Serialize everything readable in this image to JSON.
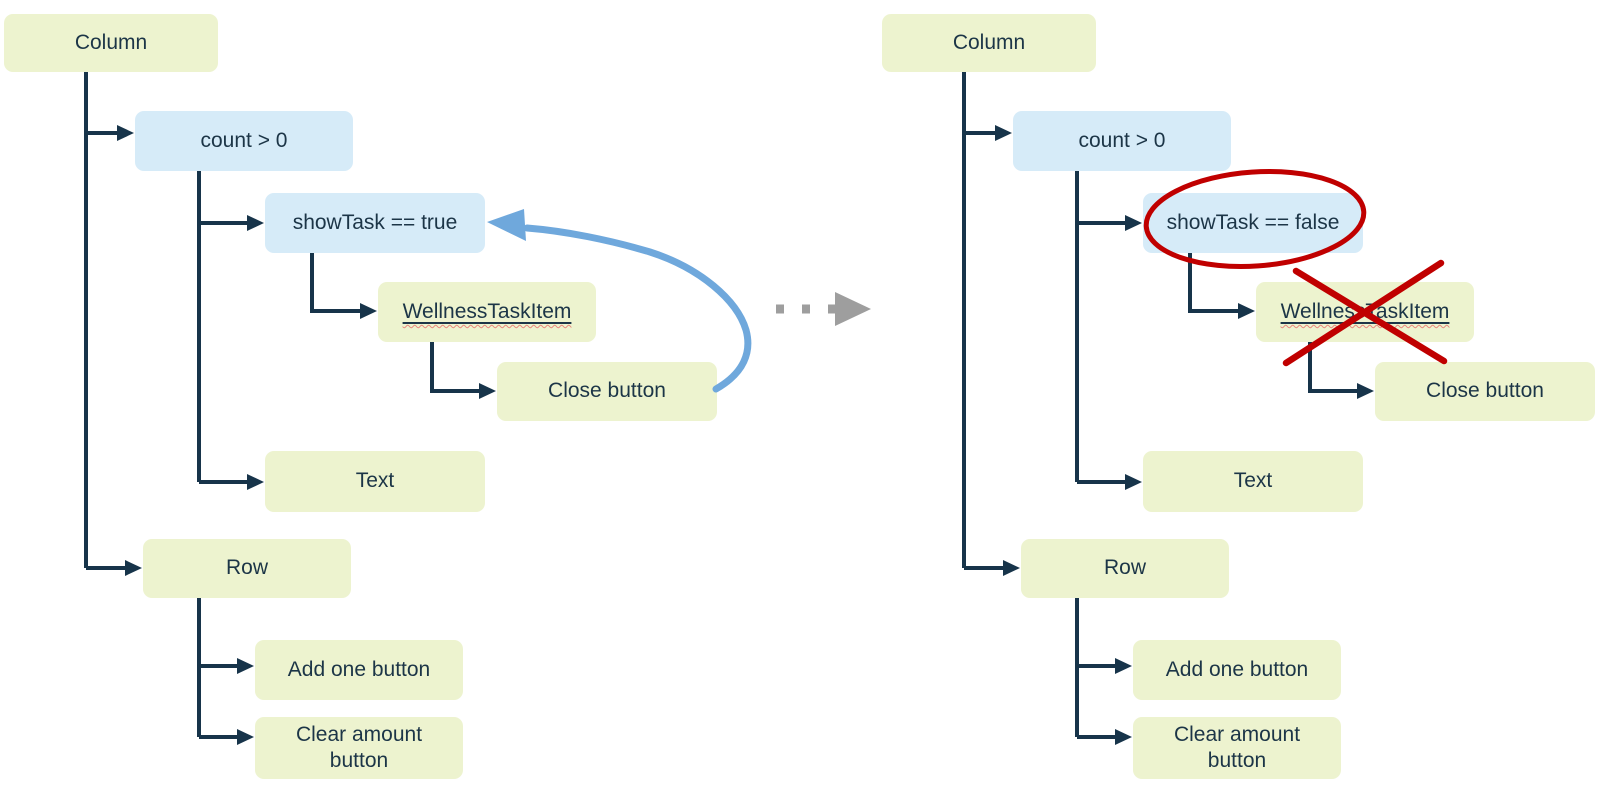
{
  "colors": {
    "widget_box_fill": "#edf3cf",
    "condition_box_fill": "#d6ebf8",
    "connector": "#17344a",
    "text_color": "#1c3547",
    "loop_arrow": "#6fa8dc",
    "transition_arrow": "#9e9e9e",
    "annotation_red": "#c00000",
    "squiggle": "#e8867c"
  },
  "left_tree": {
    "column": "Column",
    "count_condition": "count > 0",
    "show_task_condition": "showTask == true",
    "wellness_task_item": "WellnessTaskItem",
    "close_button": "Close button",
    "text_widget": "Text",
    "row": "Row",
    "add_one_button": "Add one button",
    "clear_amount_button": "Clear amount button"
  },
  "right_tree": {
    "column": "Column",
    "count_condition": "count > 0",
    "show_task_condition": "showTask == false",
    "wellness_task_item": "WellnessTaskItem",
    "close_button": "Close button",
    "text_widget": "Text",
    "row": "Row",
    "add_one_button": "Add one button",
    "clear_amount_button": "Clear amount button"
  }
}
